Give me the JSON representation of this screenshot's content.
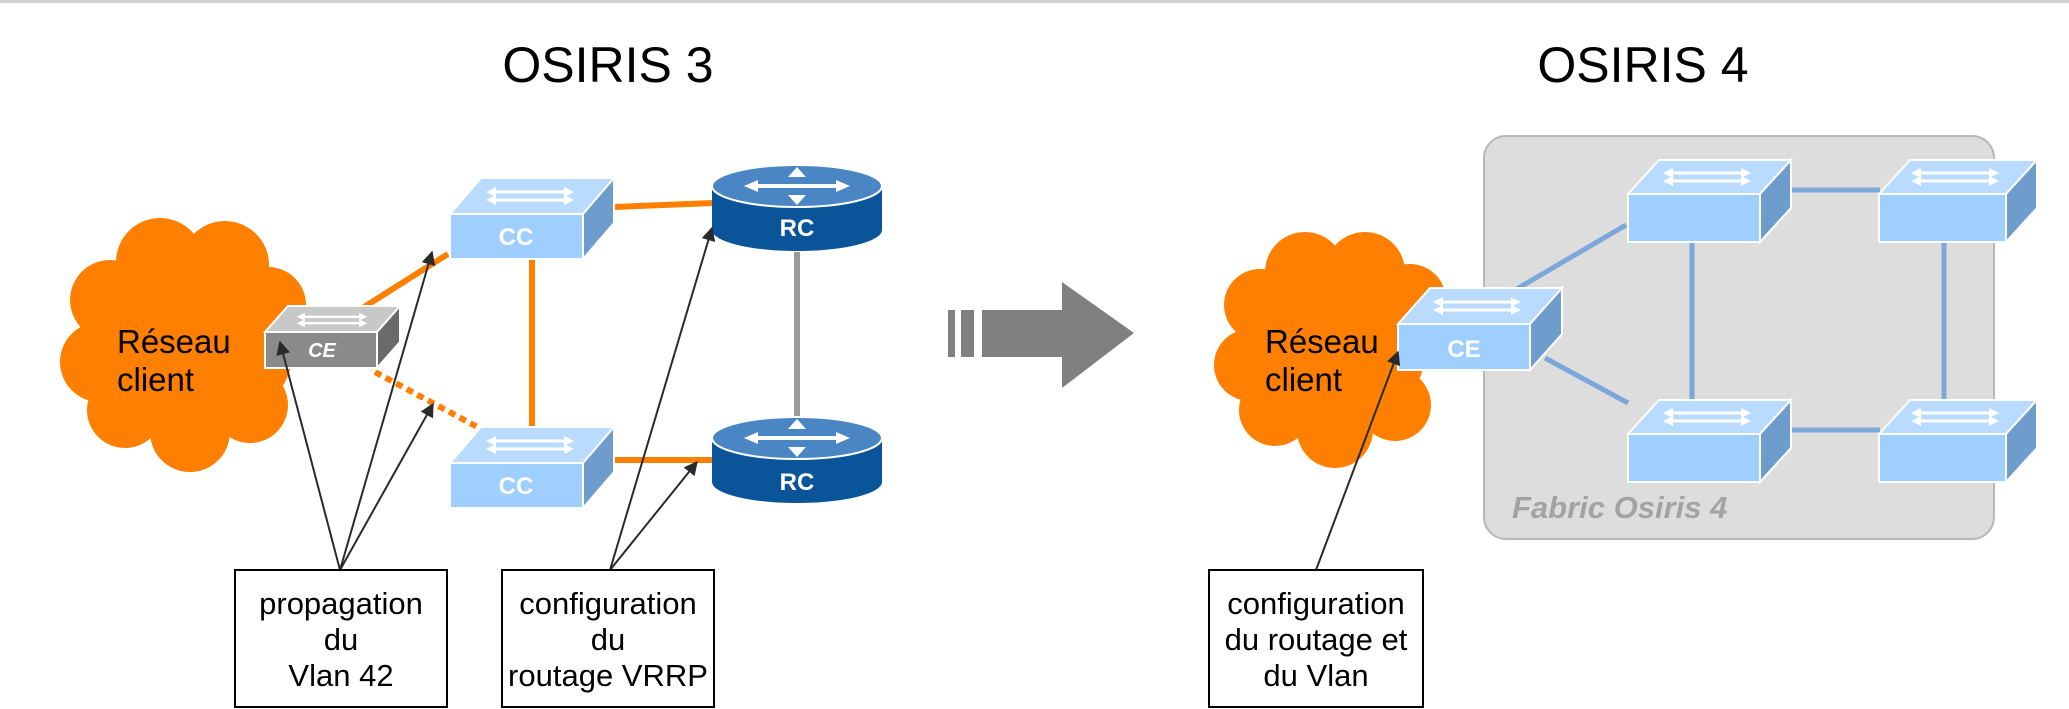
{
  "left": {
    "title": "OSIRIS 3",
    "cloud_line1": "Réseau",
    "cloud_line2": "client",
    "ce_label": "CE",
    "cc_top_label": "CC",
    "cc_bottom_label": "CC",
    "rc_top_label": "RC",
    "rc_bottom_label": "RC",
    "box1": [
      "propagation",
      "du",
      "Vlan 42"
    ],
    "box2": [
      "configuration",
      "du",
      "routage VRRP"
    ]
  },
  "right": {
    "title": "OSIRIS 4",
    "cloud_line1": "Réseau",
    "cloud_line2": "client",
    "ce_label": "CE",
    "fabric_label": "Fabric Osiris 4",
    "box": [
      "configuration",
      "du routage et",
      "du Vlan"
    ]
  },
  "colors": {
    "orange": "#FF7F00",
    "switch_light": "#9FCFFF",
    "router_dark": "#0A5599",
    "fabric_bg": "#DDDDDD",
    "arrow_gray": "#808080"
  },
  "icons": {
    "switch": "switch-icon",
    "router": "router-icon",
    "cloud": "cloud-icon",
    "transition_arrow": "arrow-right-icon"
  }
}
